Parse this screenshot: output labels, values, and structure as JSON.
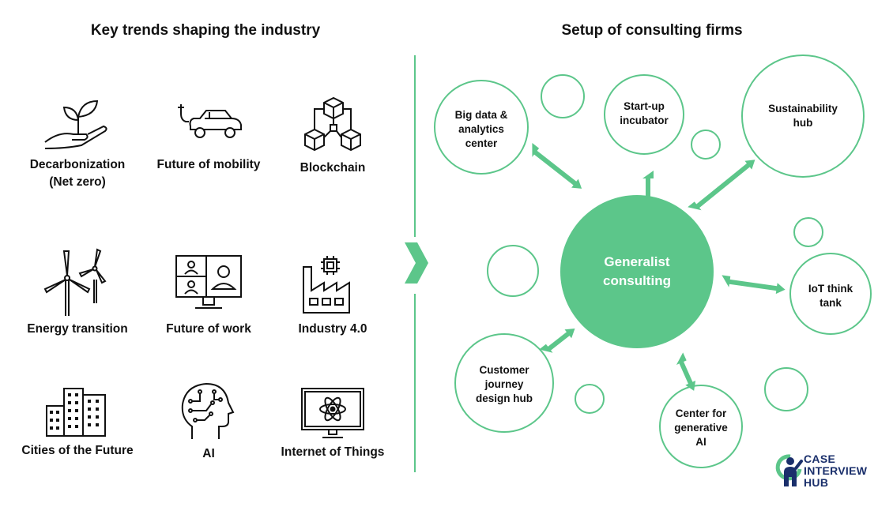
{
  "left_title": "Key trends shaping the industry",
  "right_title": "Setup of consulting firms",
  "trends": [
    {
      "label": "Decarbonization\n(Net zero)",
      "icon": "plant-hand-icon"
    },
    {
      "label": "Future of mobility",
      "icon": "car-icon"
    },
    {
      "label": "Blockchain",
      "icon": "blockchain-icon"
    },
    {
      "label": "Energy transition",
      "icon": "wind-turbine-icon"
    },
    {
      "label": "Future of work",
      "icon": "video-call-icon"
    },
    {
      "label": "Industry 4.0",
      "icon": "factory-icon"
    },
    {
      "label": "Cities of the Future",
      "icon": "buildings-icon"
    },
    {
      "label": "AI",
      "icon": "ai-head-icon"
    },
    {
      "label": "Internet of Things",
      "icon": "iot-monitor-icon"
    }
  ],
  "center": "Generalist\nconsulting",
  "hubs": [
    {
      "label": "Big data &\nanalytics\ncenter"
    },
    {
      "label": "Start-up\nincubator"
    },
    {
      "label": "Sustainability\nhub"
    },
    {
      "label": "IoT think\ntank"
    },
    {
      "label": "Center for\ngenerative\nAI"
    },
    {
      "label": "Customer\njourney\ndesign hub"
    }
  ],
  "colors": {
    "accent": "#5cc68a",
    "center_fill": "#5cc68a",
    "logo": "#1a2f6b"
  },
  "logo": {
    "line1": "CASE",
    "line2": "INTERVIEW",
    "line3": "HUB"
  }
}
